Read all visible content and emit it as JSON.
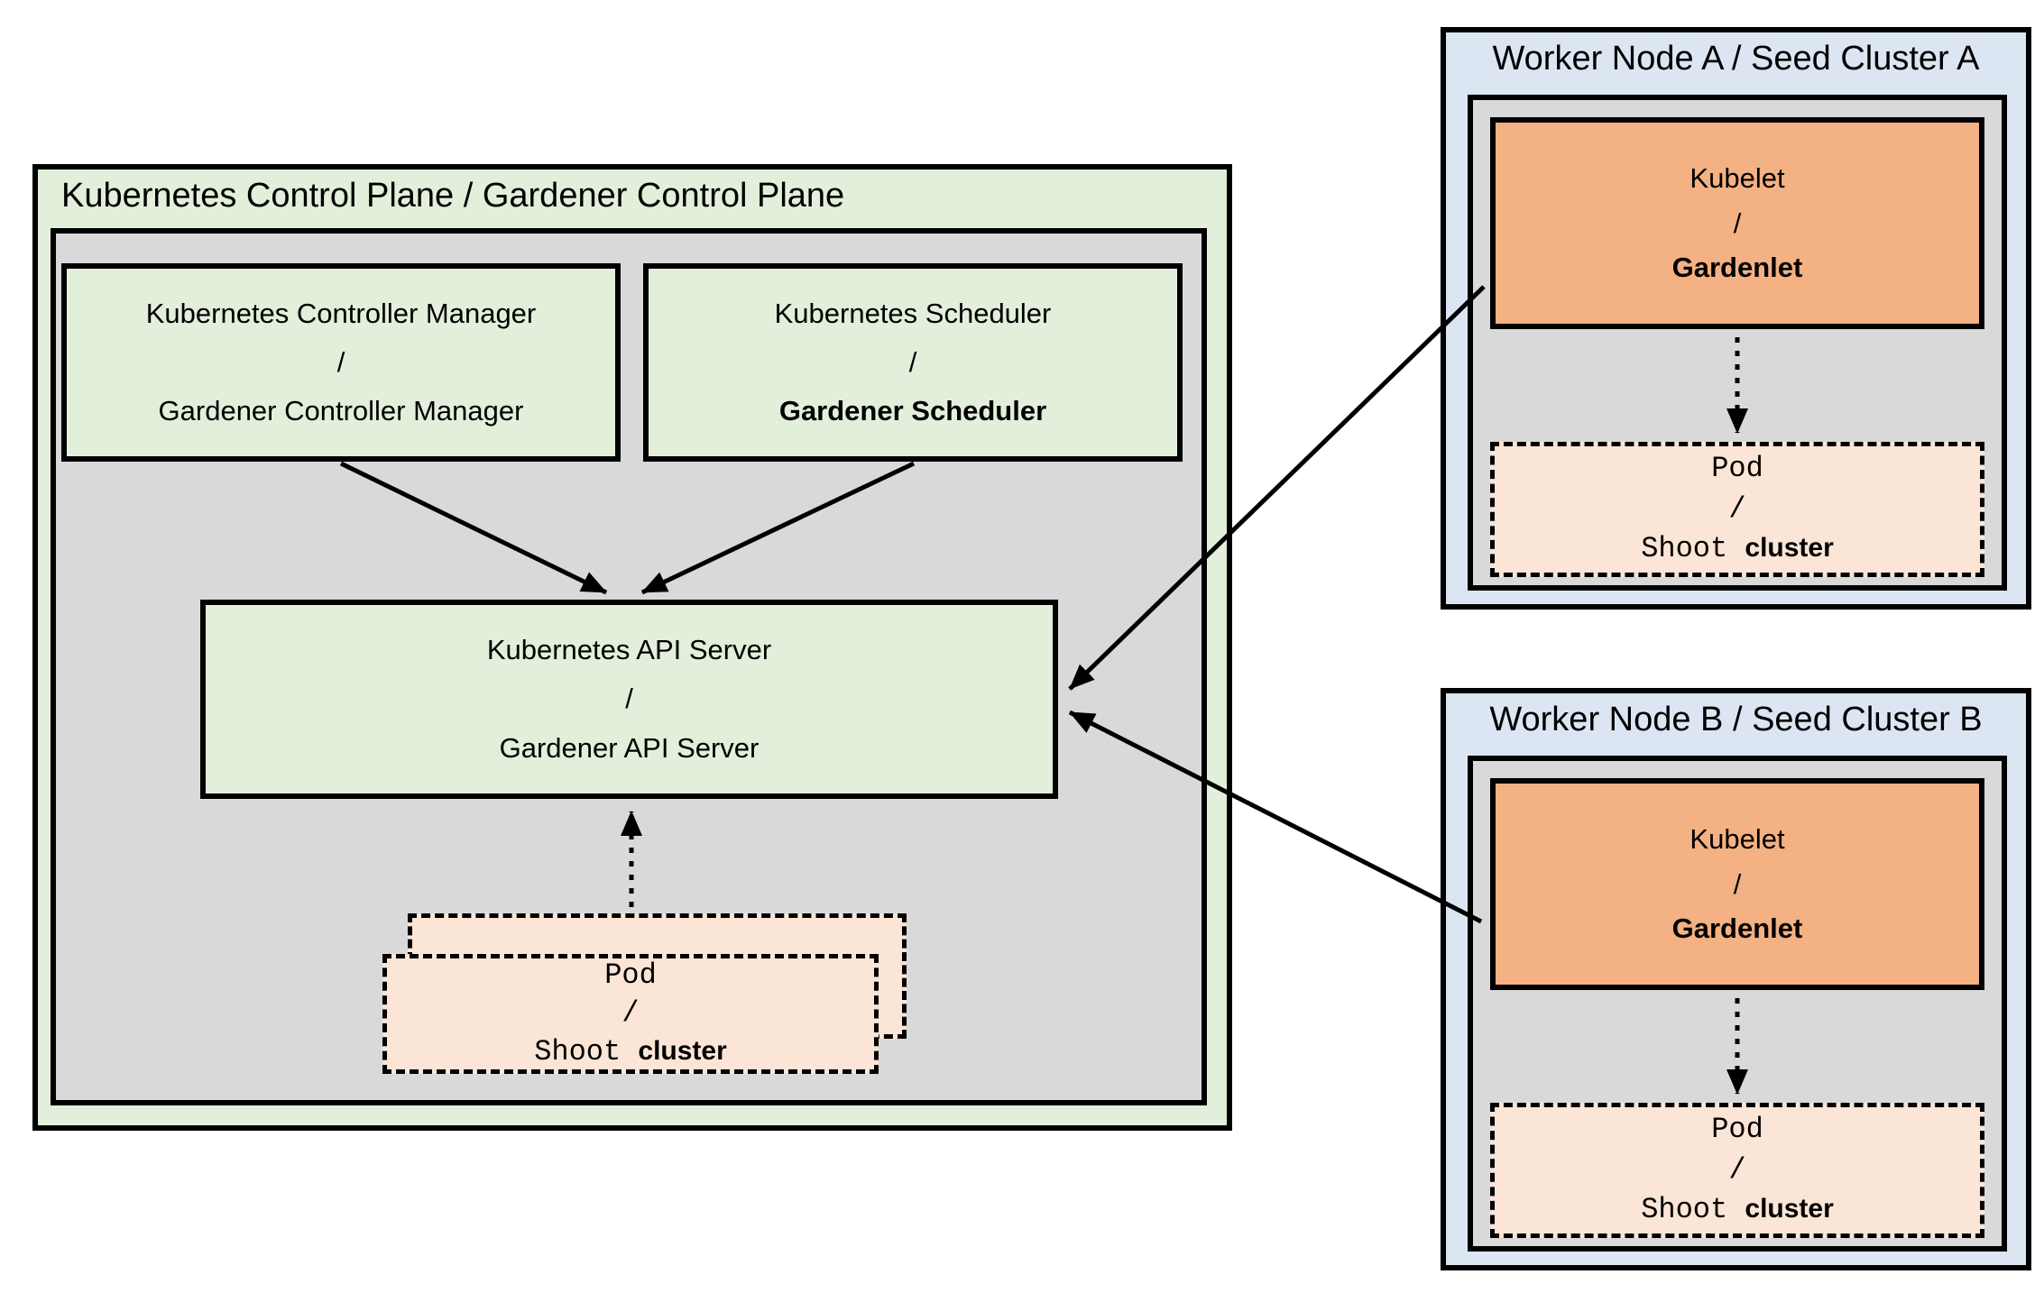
{
  "colors": {
    "control_plane_bg": "#e2efda",
    "panel_gray": "#d9d9d9",
    "component_green": "#e2efda",
    "worker_bg": "#dce6f2",
    "kubelet_orange": "#f4b183",
    "pod_peach": "#fbe5d6",
    "border": "#000000"
  },
  "control_plane": {
    "title": "Kubernetes Control Plane / Gardener Control Plane",
    "controller_manager": {
      "kubernetes": "Kubernetes Controller Manager",
      "separator": "/",
      "gardener": "Gardener Controller Manager"
    },
    "scheduler": {
      "kubernetes": "Kubernetes Scheduler",
      "separator": "/",
      "gardener": "Gardener Scheduler"
    },
    "api_server": {
      "kubernetes": "Kubernetes API Server",
      "separator": "/",
      "gardener": "Gardener API Server"
    }
  },
  "workers": {
    "a": {
      "title": "Worker Node A / Seed Cluster A",
      "kubelet": {
        "kubernetes": "Kubelet",
        "separator": "/",
        "gardener": "Gardenlet"
      }
    },
    "b": {
      "title": "Worker Node B / Seed Cluster B",
      "kubelet": {
        "kubernetes": "Kubelet",
        "separator": "/",
        "gardener": "Gardenlet"
      }
    }
  },
  "pod_label": {
    "pod": "Pod",
    "separator": "/",
    "shoot": "Shoot",
    "cluster": "cluster"
  }
}
